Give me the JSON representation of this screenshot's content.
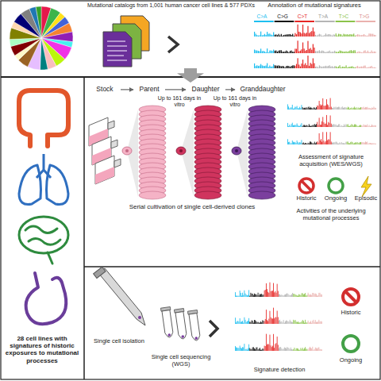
{
  "diagram": {
    "nodes": [
      {
        "text": [
          "Mutational catalogs from 1,001 human cancer cell lines & 577 PDXs",
          "Annotation of mutational signatures"
        ]
      },
      {
        "text": [
          "28 cell lines with signatures of historic exposures to mutational processes"
        ]
      },
      {
        "text": [
          "Stock"
        ],
        "in": 1
      },
      {
        "text": [
          "Parent"
        ],
        "in": 1
      },
      {
        "text": [
          "Daughter"
        ],
        "in": 1
      },
      {
        "text": [
          "Granddaughter"
        ],
        "in": 1
      }
    ],
    "edges": [
      {
        "from": 0,
        "to": 1,
        "arrow": "to"
      },
      {
        "from": 2,
        "to": 3,
        "arrow": "to"
      },
      {
        "from": 3,
        "to": 4,
        "arrow": "to"
      },
      {
        "from": 4,
        "to": 5,
        "arrow": "to"
      }
    ],
    "labels": [
      "C>A",
      "C>G",
      "C>T",
      "T>A",
      "T>C",
      "T>G",
      "Up to 161 days in vitro",
      "Up to 161 days in vitro",
      "Serial cultivation of single cell-derived clones",
      "Assessment of signature acquisition (WES/WGS)",
      "Historic",
      "Ongoing",
      "Episodic",
      "Activities of the underlying mutational processes",
      "Single cell isolation",
      "Single cell sequencing (WGS)",
      "Signature detection",
      "Historic",
      "Ongoing"
    ]
  }
}
